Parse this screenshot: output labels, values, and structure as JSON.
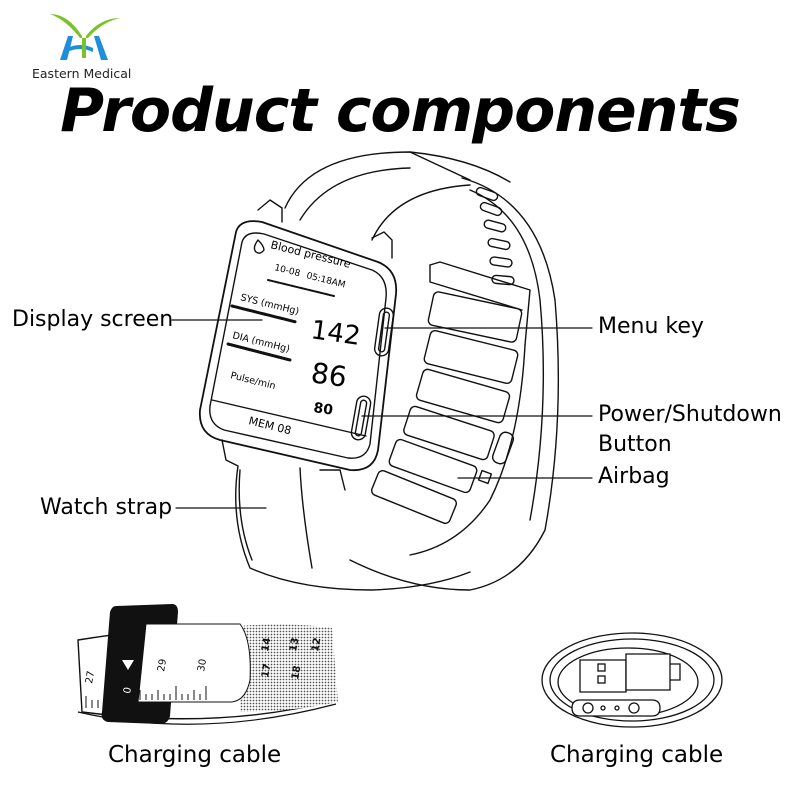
{
  "brand": {
    "name": "Eastern Medical",
    "colors": {
      "green": "#7bc22a",
      "blue": "#1e8fd8"
    }
  },
  "title": "Product components",
  "watch_screen": {
    "header": "Blood pressure",
    "date": "10-08",
    "time": "05:18AM",
    "sys_label": "SYS (mmHg)",
    "sys_value": "142",
    "dia_label": "DIA (mmHg)",
    "dia_value": "86",
    "pulse_label": "Pulse/min",
    "pulse_value": "80",
    "memory": "MEM 08"
  },
  "callouts": {
    "display_screen": "Display screen",
    "watch_strap": "Watch strap",
    "menu_key": "Menu key",
    "power_line1": "Power/Shutdown",
    "power_line2": "Button",
    "airbag": "Airbag"
  },
  "accessories": [
    {
      "caption": "Charging cable",
      "item": "measuring-tape",
      "tape_numbers": [
        "27",
        "0",
        "29",
        "30",
        "17",
        "14",
        "13",
        "18",
        "12"
      ]
    },
    {
      "caption": "Charging cable",
      "item": "usb-charging-cable"
    }
  ]
}
